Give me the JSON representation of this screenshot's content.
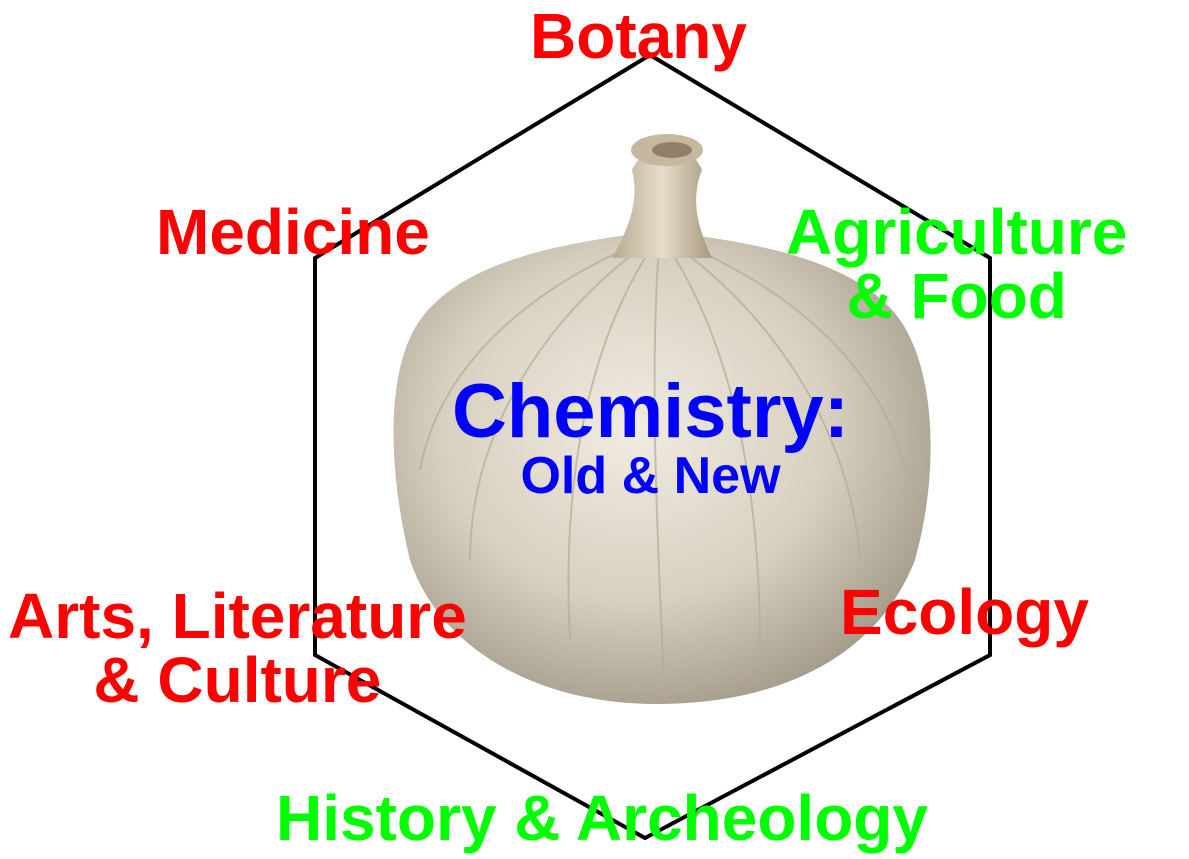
{
  "colors": {
    "red": "#ff0000",
    "green": "#00ff00",
    "blue": "#0000ff",
    "outline": "#000000"
  },
  "center": {
    "title": "Chemistry:",
    "subtitle": "Old & New",
    "image": "garlic-bulb"
  },
  "topics": {
    "top": {
      "lines": [
        "Botany"
      ],
      "color": "red"
    },
    "upper_left": {
      "lines": [
        "Medicine"
      ],
      "color": "red"
    },
    "upper_right": {
      "lines": [
        "Agriculture",
        "& Food"
      ],
      "color": "green"
    },
    "lower_left": {
      "lines": [
        "Arts, Literature",
        "& Culture"
      ],
      "color": "red"
    },
    "lower_right": {
      "lines": [
        "Ecology"
      ],
      "color": "red"
    },
    "bottom": {
      "lines": [
        "History & Archeology"
      ],
      "color": "green"
    }
  }
}
